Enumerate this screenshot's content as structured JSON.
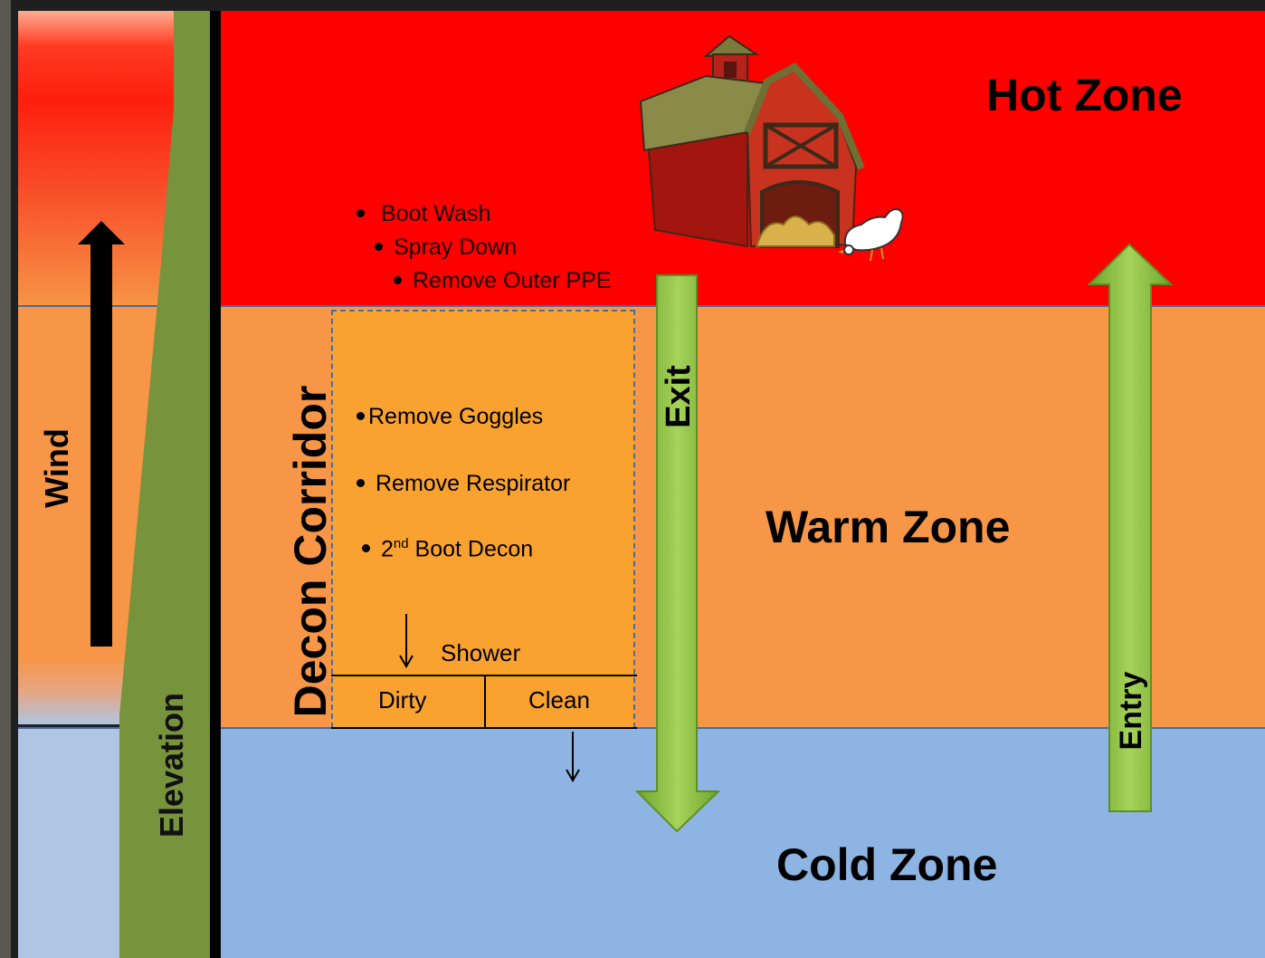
{
  "zones": {
    "hot": "Hot Zone",
    "warm": "Warm Zone",
    "cold": "Cold Zone"
  },
  "side_labels": {
    "wind": "Wind",
    "elevation": "Elevation"
  },
  "corridor": {
    "title": "Decon Corridor",
    "hot_steps": [
      "Boot Wash",
      "Spray Down",
      "Remove Outer PPE"
    ],
    "warm_steps": {
      "goggles": "Remove Goggles",
      "respirator": "Remove Respirator",
      "boot_ordinal": "2",
      "boot_suffix": "nd",
      "boot_text": "Boot Decon"
    },
    "shower": "Shower",
    "dirty": "Dirty",
    "clean": "Clean"
  },
  "arrows": {
    "exit": "Exit",
    "entry": "Entry"
  },
  "colors": {
    "hot": "#fe0000",
    "warm": "#f79646",
    "cold": "#8eb4e3",
    "corridor": "#f9a22f",
    "arrow_green": "#8cc63f",
    "elevation_green": "#77933c"
  },
  "icons": {
    "barn": "barn-icon",
    "chicken": "chicken-icon"
  }
}
